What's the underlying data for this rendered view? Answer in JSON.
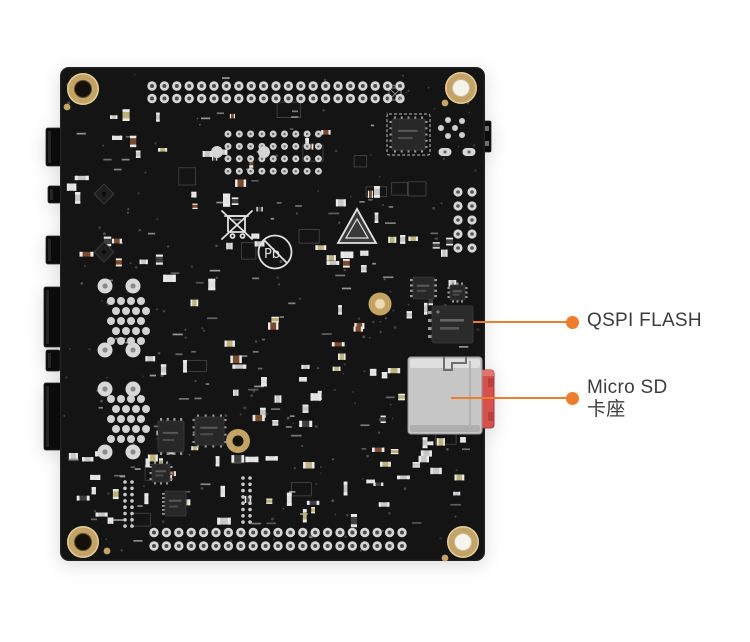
{
  "page": {
    "background": "#FFFFFF",
    "description": "Back-side photo of a black FPGA development board with two component callouts"
  },
  "board": {
    "color": "#141414",
    "mounting_holes": 4,
    "features": [
      "dual pin header rows top and bottom",
      "QSPI FLASH chip",
      "Micro SD card socket with red slot edge",
      "gold mounting holes and fiducials"
    ]
  },
  "callouts": [
    {
      "id": "qspi-flash",
      "target": "qspi-flash-chip",
      "lines": [
        "QSPI FLASH"
      ]
    },
    {
      "id": "micro-sd",
      "target": "micro-sd-socket",
      "lines": [
        "Micro SD",
        "卡座"
      ]
    }
  ],
  "colors": {
    "accent_orange": "#ED7C2B",
    "label_text": "#3C3C3C",
    "board_black": "#141414",
    "pad_silver": "#D6D6D6",
    "gold": "#C4A366",
    "sd_red": "#D6504E"
  }
}
